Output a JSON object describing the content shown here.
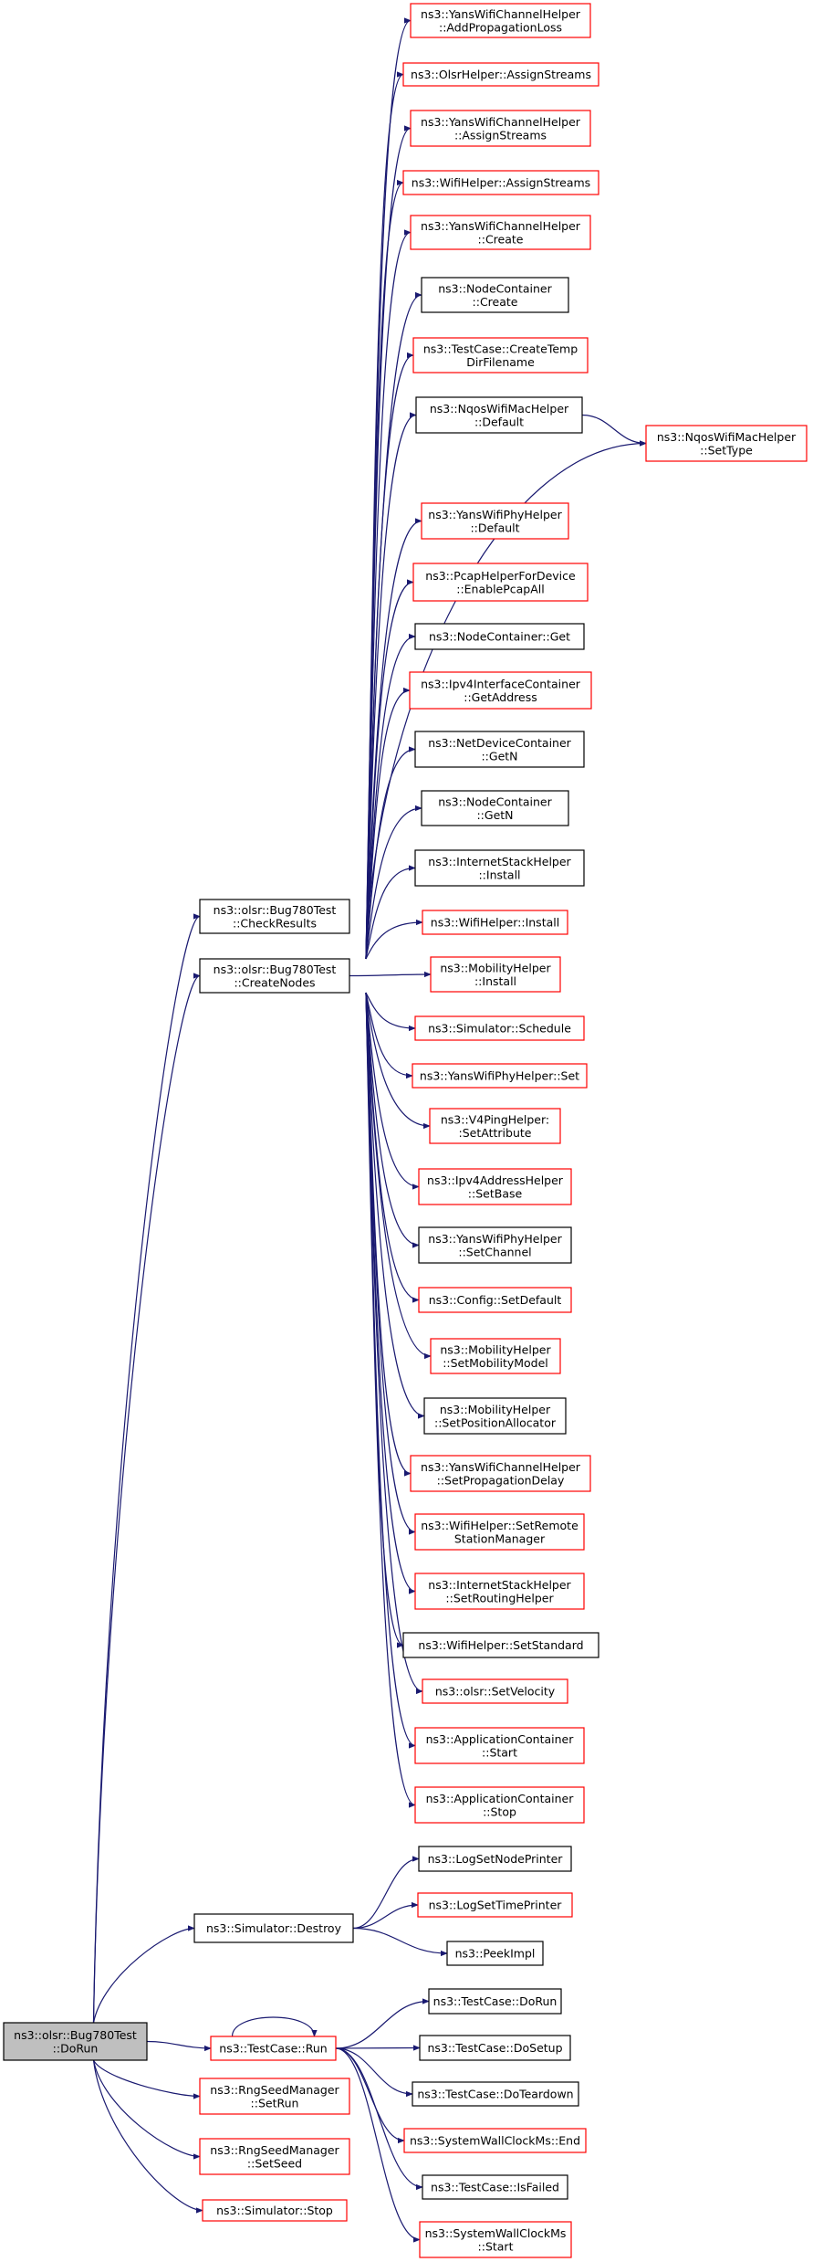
{
  "nodes": [
    {
      "id": "dorun",
      "lines": [
        "ns3::olsr::Bug780Test",
        "::DoRun"
      ],
      "style": "root"
    },
    {
      "id": "checkresults",
      "lines": [
        "ns3::olsr::Bug780Test",
        "::CheckResults"
      ],
      "style": "black"
    },
    {
      "id": "createnodes",
      "lines": [
        "ns3::olsr::Bug780Test",
        "::CreateNodes"
      ],
      "style": "black"
    },
    {
      "id": "simdestroy",
      "lines": [
        "ns3::Simulator::Destroy"
      ],
      "style": "black"
    },
    {
      "id": "testcaserun",
      "lines": [
        "ns3::TestCase::Run"
      ],
      "style": "red"
    },
    {
      "id": "setrun",
      "lines": [
        "ns3::RngSeedManager",
        "::SetRun"
      ],
      "style": "red"
    },
    {
      "id": "setseed",
      "lines": [
        "ns3::RngSeedManager",
        "::SetSeed"
      ],
      "style": "red"
    },
    {
      "id": "simstop",
      "lines": [
        "ns3::Simulator::Stop"
      ],
      "style": "red"
    },
    {
      "id": "addproploss",
      "lines": [
        "ns3::YansWifiChannelHelper",
        "::AddPropagationLoss"
      ],
      "style": "red"
    },
    {
      "id": "olsrassign",
      "lines": [
        "ns3::OlsrHelper::AssignStreams"
      ],
      "style": "red"
    },
    {
      "id": "yansassign",
      "lines": [
        "ns3::YansWifiChannelHelper",
        "::AssignStreams"
      ],
      "style": "red"
    },
    {
      "id": "wifiassign",
      "lines": [
        "ns3::WifiHelper::AssignStreams"
      ],
      "style": "red"
    },
    {
      "id": "yanscreate",
      "lines": [
        "ns3::YansWifiChannelHelper",
        "::Create"
      ],
      "style": "red"
    },
    {
      "id": "nccreate",
      "lines": [
        "ns3::NodeContainer",
        "::Create"
      ],
      "style": "black"
    },
    {
      "id": "createtemp",
      "lines": [
        "ns3::TestCase::CreateTemp",
        "DirFilename"
      ],
      "style": "red"
    },
    {
      "id": "nqosdefault",
      "lines": [
        "ns3::NqosWifiMacHelper",
        "::Default"
      ],
      "style": "black"
    },
    {
      "id": "nqossettype",
      "lines": [
        "ns3::NqosWifiMacHelper",
        "::SetType"
      ],
      "style": "red"
    },
    {
      "id": "yansphydefault",
      "lines": [
        "ns3::YansWifiPhyHelper",
        "::Default"
      ],
      "style": "red"
    },
    {
      "id": "pcapall",
      "lines": [
        "ns3::PcapHelperForDevice",
        "::EnablePcapAll"
      ],
      "style": "red"
    },
    {
      "id": "ncget",
      "lines": [
        "ns3::NodeContainer::Get"
      ],
      "style": "black"
    },
    {
      "id": "ipv4getaddr",
      "lines": [
        "ns3::Ipv4InterfaceContainer",
        "::GetAddress"
      ],
      "style": "red"
    },
    {
      "id": "ndcgetn",
      "lines": [
        "ns3::NetDeviceContainer",
        "::GetN"
      ],
      "style": "black"
    },
    {
      "id": "ncgetn",
      "lines": [
        "ns3::NodeContainer",
        "::GetN"
      ],
      "style": "black"
    },
    {
      "id": "inetinstall",
      "lines": [
        "ns3::InternetStackHelper",
        "::Install"
      ],
      "style": "black"
    },
    {
      "id": "wifiinstall",
      "lines": [
        "ns3::WifiHelper::Install"
      ],
      "style": "red"
    },
    {
      "id": "mobinstall",
      "lines": [
        "ns3::MobilityHelper",
        "::Install"
      ],
      "style": "red"
    },
    {
      "id": "simschedule",
      "lines": [
        "ns3::Simulator::Schedule"
      ],
      "style": "red"
    },
    {
      "id": "yansphyset",
      "lines": [
        "ns3::YansWifiPhyHelper::Set"
      ],
      "style": "red"
    },
    {
      "id": "v4pingsetattr",
      "lines": [
        "ns3::V4PingHelper:",
        ":SetAttribute"
      ],
      "style": "red"
    },
    {
      "id": "ipv4setbase",
      "lines": [
        "ns3::Ipv4AddressHelper",
        "::SetBase"
      ],
      "style": "red"
    },
    {
      "id": "yansphysetchan",
      "lines": [
        "ns3::YansWifiPhyHelper",
        "::SetChannel"
      ],
      "style": "black"
    },
    {
      "id": "configsetdefault",
      "lines": [
        "ns3::Config::SetDefault"
      ],
      "style": "red"
    },
    {
      "id": "mobsetmodel",
      "lines": [
        "ns3::MobilityHelper",
        "::SetMobilityModel"
      ],
      "style": "red"
    },
    {
      "id": "mobsetpos",
      "lines": [
        "ns3::MobilityHelper",
        "::SetPositionAllocator"
      ],
      "style": "black"
    },
    {
      "id": "yanssetprop",
      "lines": [
        "ns3::YansWifiChannelHelper",
        "::SetPropagationDelay"
      ],
      "style": "red"
    },
    {
      "id": "wifisetremote",
      "lines": [
        "ns3::WifiHelper::SetRemote",
        "StationManager"
      ],
      "style": "red"
    },
    {
      "id": "inetsetrouting",
      "lines": [
        "ns3::InternetStackHelper",
        "::SetRoutingHelper"
      ],
      "style": "red"
    },
    {
      "id": "wifisetstd",
      "lines": [
        "ns3::WifiHelper::SetStandard"
      ],
      "style": "black"
    },
    {
      "id": "olsrsetvel",
      "lines": [
        "ns3::olsr::SetVelocity"
      ],
      "style": "red"
    },
    {
      "id": "appstart",
      "lines": [
        "ns3::ApplicationContainer",
        "::Start"
      ],
      "style": "red"
    },
    {
      "id": "appstop",
      "lines": [
        "ns3::ApplicationContainer",
        "::Stop"
      ],
      "style": "red"
    },
    {
      "id": "lognodeprinter",
      "lines": [
        "ns3::LogSetNodePrinter"
      ],
      "style": "black"
    },
    {
      "id": "logtimeprinter",
      "lines": [
        "ns3::LogSetTimePrinter"
      ],
      "style": "red"
    },
    {
      "id": "peekimpl",
      "lines": [
        "ns3::PeekImpl"
      ],
      "style": "black"
    },
    {
      "id": "tcdorun",
      "lines": [
        "ns3::TestCase::DoRun"
      ],
      "style": "black"
    },
    {
      "id": "tcdosetup",
      "lines": [
        "ns3::TestCase::DoSetup"
      ],
      "style": "black"
    },
    {
      "id": "tcdoteardown",
      "lines": [
        "ns3::TestCase::DoTeardown"
      ],
      "style": "black"
    },
    {
      "id": "swcend",
      "lines": [
        "ns3::SystemWallClockMs::End"
      ],
      "style": "red"
    },
    {
      "id": "tcisfailed",
      "lines": [
        "ns3::TestCase::IsFailed"
      ],
      "style": "black"
    },
    {
      "id": "swcstart",
      "lines": [
        "ns3::SystemWallClockMs",
        "::Start"
      ],
      "style": "red"
    }
  ]
}
